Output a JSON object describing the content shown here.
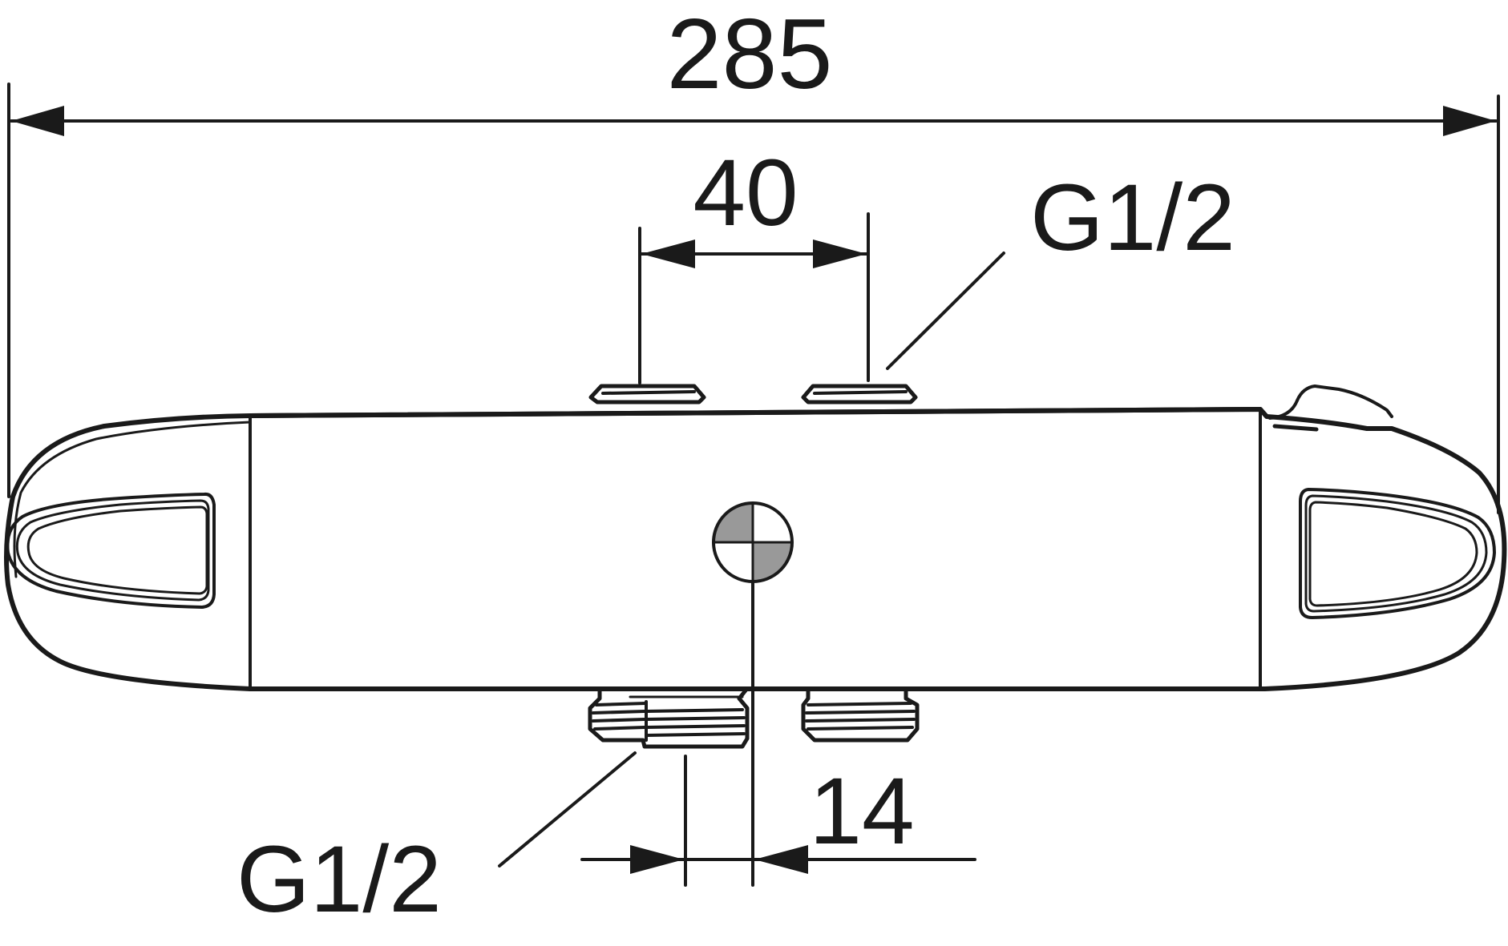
{
  "drawing": {
    "dimensions": {
      "overall_width": "285",
      "connection_spacing": "40",
      "offset": "14"
    },
    "thread_labels": {
      "top": "G1/2",
      "bottom": "G1/2"
    },
    "colors": {
      "line": "#1a1a1a",
      "marker_fill": "#999999",
      "background": "#ffffff"
    }
  }
}
